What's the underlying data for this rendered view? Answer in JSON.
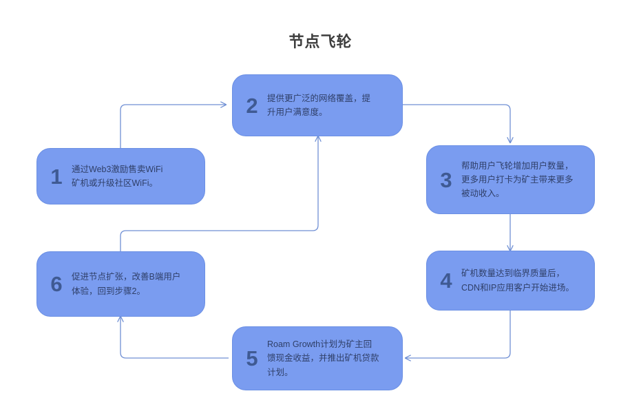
{
  "title": "节点飞轮",
  "colors": {
    "node_fill": "#7a9cf0",
    "node_border": "#6b8fe3",
    "number": "#3f5a93",
    "text": "#2f3f68",
    "edge": "#6f8fd4",
    "title": "#3d3d3d",
    "background": "#ffffff"
  },
  "nodes": [
    {
      "number": "1",
      "text": "通过Web3激励售卖WiFi\n矿机或升级社区WiFi。"
    },
    {
      "number": "2",
      "text": "提供更广泛的网络覆盖，提\n升用户满意度。"
    },
    {
      "number": "3",
      "text": "帮助用户飞轮增加用户数量，\n更多用户打卡为矿主带来更多\n被动收入。"
    },
    {
      "number": "4",
      "text": "矿机数量达到临界质量后，\nCDN和IP应用客户开始进场。"
    },
    {
      "number": "5",
      "text": "Roam Growth计划为矿主回\n馈现金收益，并推出矿机贷款\n计划。"
    },
    {
      "number": "6",
      "text": "促进节点扩张，改善B端用户\n体验，回到步骤2。"
    }
  ],
  "edges": [
    {
      "from": "1",
      "to": "2"
    },
    {
      "from": "2",
      "to": "3"
    },
    {
      "from": "3",
      "to": "4"
    },
    {
      "from": "4",
      "to": "5"
    },
    {
      "from": "5",
      "to": "6"
    },
    {
      "from": "6",
      "to": "2"
    }
  ]
}
